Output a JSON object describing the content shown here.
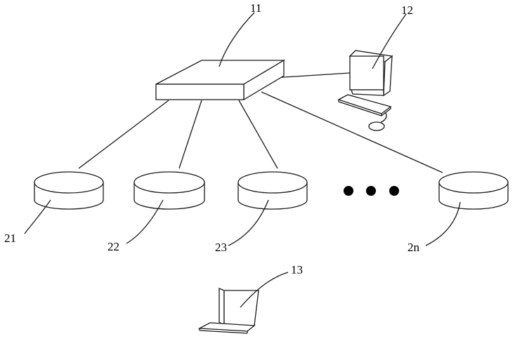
{
  "labels": {
    "switch": "11",
    "computer": "12",
    "laptop": "13",
    "disk_1": "21",
    "disk_2": "22",
    "disk_3": "23",
    "disk_n": "2n"
  },
  "icons": {
    "switch": "network-switch-icon",
    "computer": "desktop-computer-icon",
    "laptop": "laptop-icon",
    "disk": "storage-disk-icon",
    "ellipsis": "ellipsis-dots"
  }
}
